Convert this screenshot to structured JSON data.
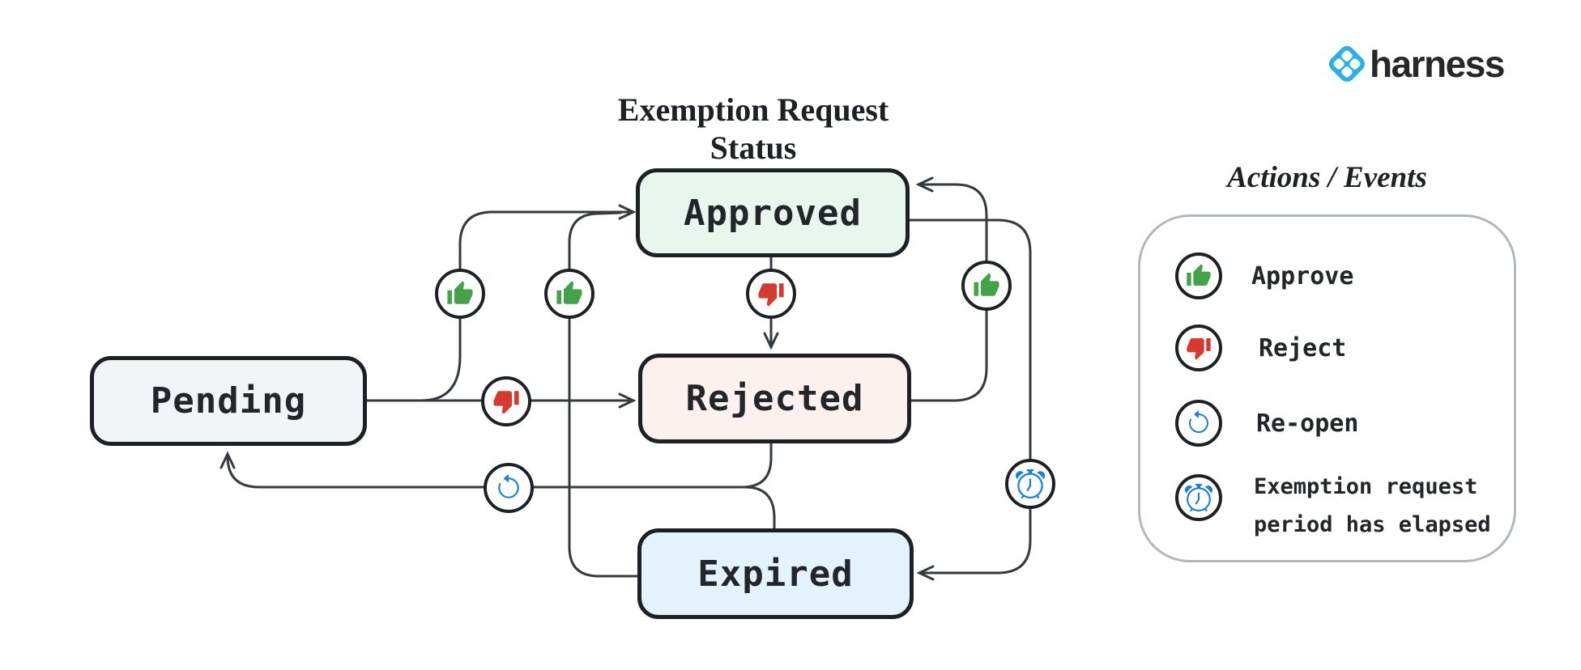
{
  "title": "Exemption Request Status",
  "logo": {
    "text": "harness",
    "brand_color": "#27b2e7"
  },
  "nodes": [
    {
      "id": "pending",
      "label": "Pending",
      "fill": "#f2f5f7"
    },
    {
      "id": "approved",
      "label": "Approved",
      "fill": "#e9f6ee"
    },
    {
      "id": "rejected",
      "label": "Rejected",
      "fill": "#fdf1ef"
    },
    {
      "id": "expired",
      "label": "Expired",
      "fill": "#e4f2fc"
    }
  ],
  "edges": [
    {
      "from": "Pending",
      "to": "Approved",
      "action": "Approve"
    },
    {
      "from": "Pending",
      "to": "Rejected",
      "action": "Reject"
    },
    {
      "from": "Expired",
      "to": "Approved",
      "action": "Approve"
    },
    {
      "from": "Approved",
      "to": "Rejected",
      "action": "Reject"
    },
    {
      "from": "Rejected",
      "to": "Approved",
      "action": "Approve"
    },
    {
      "from": "Approved",
      "to": "Expired",
      "action": "Exemption request period has elapsed"
    },
    {
      "from": "Rejected",
      "to": "Pending",
      "action": "Re-open"
    },
    {
      "from": "Expired",
      "to": "Pending",
      "action": "Re-open"
    }
  ],
  "legend": {
    "title": "Actions / Events",
    "items": [
      {
        "icon": "thumbs-up-icon",
        "color": "#44a348",
        "label": "Approve"
      },
      {
        "icon": "thumbs-down-icon",
        "color": "#d63a2e",
        "label": "Reject"
      },
      {
        "icon": "reopen-icon",
        "color": "#1a7fd9",
        "label": "Re-open"
      },
      {
        "icon": "alarm-icon",
        "color": "#1a7fd9",
        "label": "Exemption request period has elapsed"
      }
    ]
  },
  "colors": {
    "box_border": "#1c2126",
    "connector": "#343a40",
    "approve_green": "#44a348",
    "reject_red": "#d63a2e",
    "event_blue": "#1a7fd9",
    "legend_border": "#b4b7ba"
  }
}
